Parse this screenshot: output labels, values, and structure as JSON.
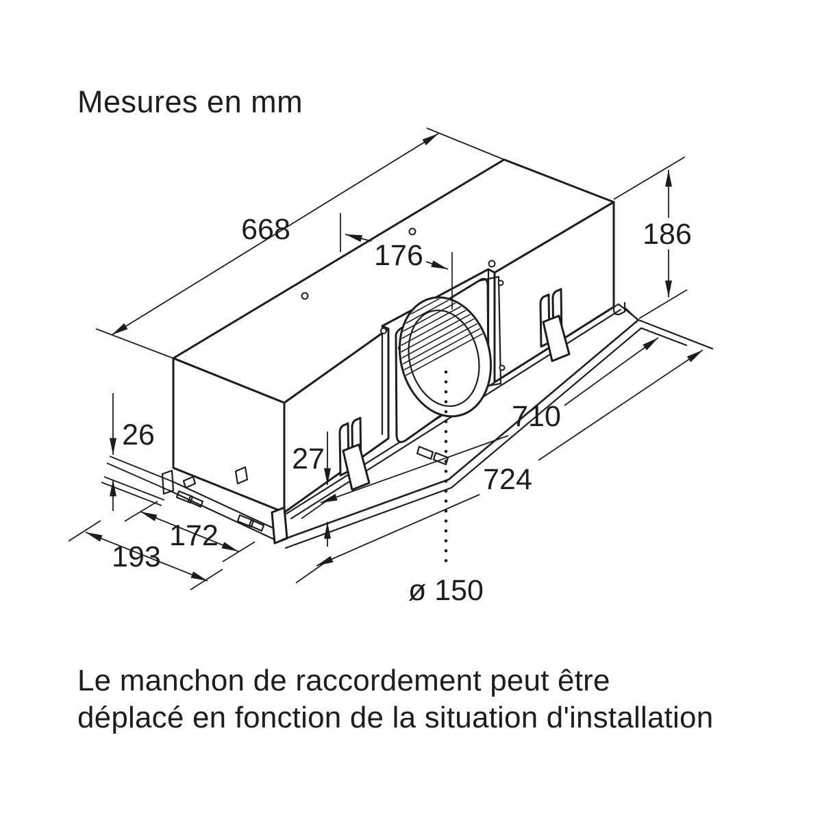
{
  "title": "Mesures en mm",
  "caption": {
    "line1": "Le manchon de raccordement peut être",
    "line2": "déplacé en fonction de la situation d'installation"
  },
  "dimensions": {
    "top_length": "668",
    "duct_offset": "176",
    "height": "186",
    "inner_length": "710",
    "total_length": "724",
    "left_lip_height": "26",
    "front_lip_height": "27",
    "inner_depth": "172",
    "total_depth": "193",
    "duct_diameter": "ø 150"
  },
  "colors": {
    "ink": "#1d1d1b",
    "background": "#ffffff"
  }
}
